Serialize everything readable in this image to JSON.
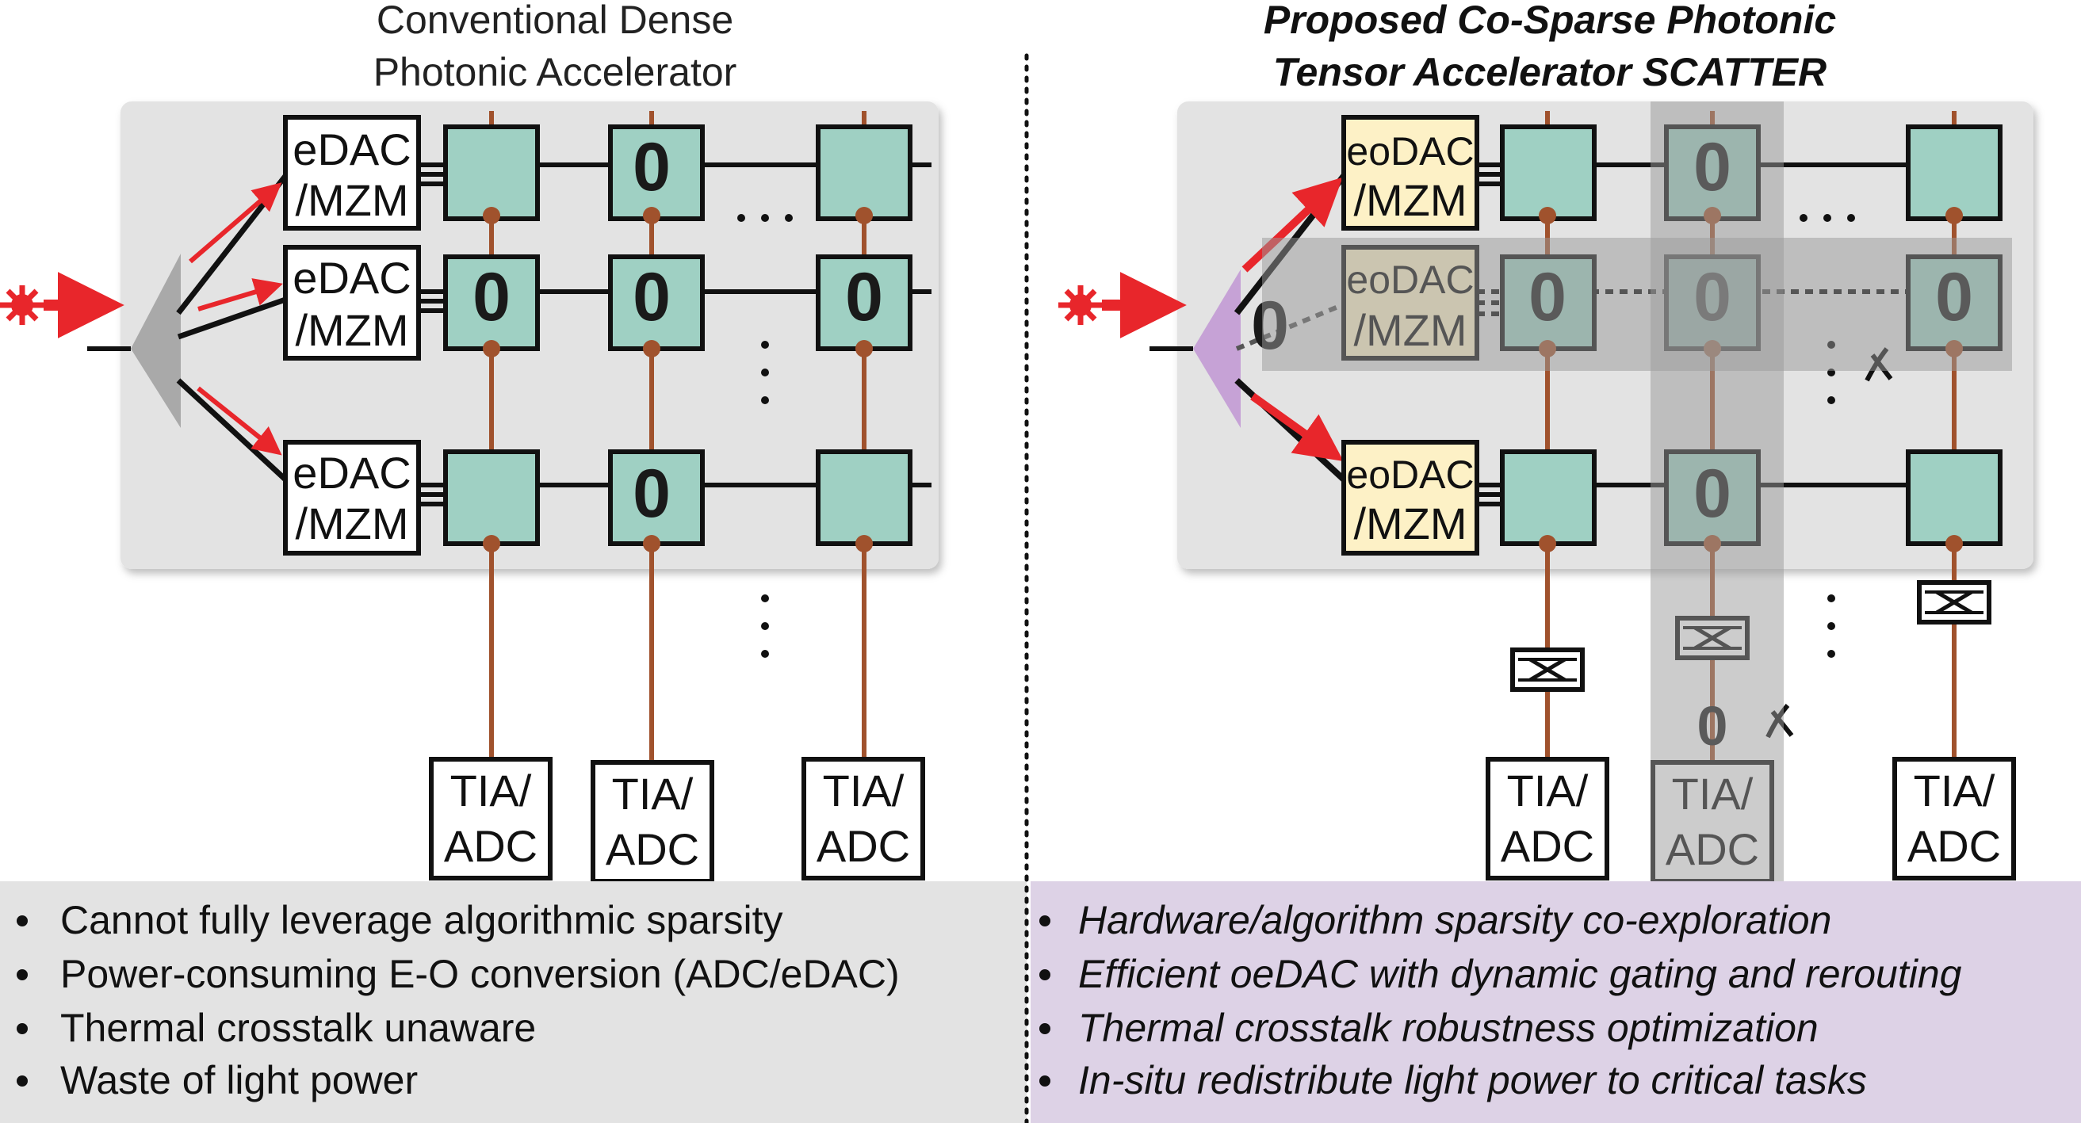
{
  "left": {
    "title_line1": "Conventional Dense",
    "title_line2": "Photonic Accelerator",
    "dac_label_line1": "eDAC",
    "dac_label_line2": "/MZM",
    "readout_line1": "TIA/",
    "readout_line2": "ADC",
    "zero": "0",
    "bullets": [
      "Cannot fully leverage algorithmic sparsity",
      "Power-consuming E-O conversion (ADC/eDAC)",
      "Thermal crosstalk unaware",
      "Waste of light power"
    ]
  },
  "right": {
    "title_line1": "Proposed Co-Sparse Photonic",
    "title_line2": "Tensor Accelerator SCATTER",
    "dac_label_line1": "eoDAC",
    "dac_label_line2": "/MZM",
    "readout_line1": "TIA/",
    "readout_line2": "ADC",
    "zero": "0",
    "bullets": [
      "Hardware/algorithm sparsity co-exploration",
      "Efficient oeDAC with dynamic gating and rerouting",
      "Thermal crosstalk robustness optimization",
      "In-situ redistribute light power to critical tasks"
    ]
  },
  "colors": {
    "panel_gray": "#e3e3e3",
    "mesh_cell": "#9fd0c3",
    "waveguide_brown": "#a0522d",
    "laser_red": "#e8262b",
    "eodac_fill": "#fdf1c6",
    "right_bullet_bg": "#ddd2e6",
    "splitter_purple": "#c6a2d6",
    "gated_overlay": "#9a9a9a"
  }
}
